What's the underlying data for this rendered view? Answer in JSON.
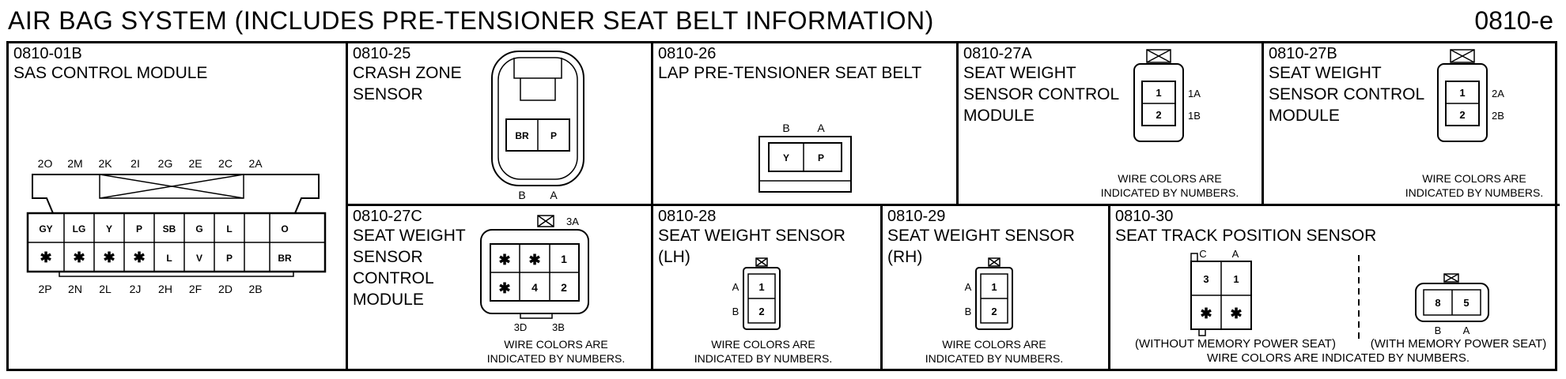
{
  "header": {
    "title": "AIR BAG SYSTEM (INCLUDES PRE-TENSIONER SEAT BELT INFORMATION)",
    "code": "0810-e"
  },
  "panels": {
    "p01b": {
      "id": "0810-01B",
      "name": "SAS CONTROL MODULE",
      "top_pins": [
        "2O",
        "2M",
        "2K",
        "2I",
        "2G",
        "2E",
        "2C",
        "2A"
      ],
      "row1": [
        "GY",
        "LG",
        "Y",
        "P",
        "SB",
        "G",
        "L",
        "O"
      ],
      "row2": [
        "✱",
        "✱",
        "✱",
        "✱",
        "L",
        "V",
        "P",
        "BR"
      ],
      "bottom_pins": [
        "2P",
        "2N",
        "2L",
        "2J",
        "2H",
        "2F",
        "2D",
        "2B"
      ]
    },
    "p25": {
      "id": "0810-25",
      "name": "CRASH ZONE\nSENSOR",
      "cells": [
        "BR",
        "P"
      ],
      "pins": [
        "B",
        "A"
      ]
    },
    "p26": {
      "id": "0810-26",
      "name": "LAP PRE-TENSIONER SEAT BELT",
      "cells": [
        "Y",
        "P"
      ],
      "pins": [
        "B",
        "A"
      ]
    },
    "p27a": {
      "id": "0810-27A",
      "name": "SEAT WEIGHT\nSENSOR CONTROL\nMODULE",
      "cells": [
        "1",
        "2"
      ],
      "pins": [
        "1A",
        "1B"
      ],
      "note": "WIRE COLORS ARE\nINDICATED BY NUMBERS."
    },
    "p27b": {
      "id": "0810-27B",
      "name": "SEAT WEIGHT\nSENSOR CONTROL\nMODULE",
      "cells": [
        "1",
        "2"
      ],
      "pins": [
        "2A",
        "2B"
      ],
      "note": "WIRE COLORS ARE\nINDICATED BY NUMBERS."
    },
    "p27c": {
      "id": "0810-27C",
      "name": "SEAT WEIGHT\nSENSOR\nCONTROL\nMODULE",
      "cells": [
        "✱",
        "✱",
        "1",
        "✱",
        "4",
        "2"
      ],
      "pins": [
        "3A",
        "3D",
        "3B"
      ],
      "note": "WIRE COLORS ARE\nINDICATED BY NUMBERS."
    },
    "p28": {
      "id": "0810-28",
      "name": "SEAT WEIGHT SENSOR\n(LH)",
      "cells": [
        "1",
        "2"
      ],
      "pins": [
        "A",
        "B"
      ],
      "note": "WIRE COLORS ARE\nINDICATED BY NUMBERS."
    },
    "p29": {
      "id": "0810-29",
      "name": "SEAT WEIGHT SENSOR\n(RH)",
      "cells": [
        "1",
        "2"
      ],
      "pins": [
        "A",
        "B"
      ],
      "note": "WIRE COLORS ARE\nINDICATED BY NUMBERS."
    },
    "p30": {
      "id": "0810-30",
      "name": "SEAT TRACK POSITION SENSOR",
      "left_cells": [
        "3",
        "1",
        "✱",
        "✱"
      ],
      "left_pins": [
        "C",
        "A"
      ],
      "right_cells": [
        "8",
        "5"
      ],
      "right_pins": [
        "B",
        "A"
      ],
      "label_without": "(WITHOUT MEMORY POWER SEAT)",
      "label_with": "(WITH MEMORY POWER SEAT)",
      "note": "WIRE COLORS ARE INDICATED BY NUMBERS."
    }
  }
}
